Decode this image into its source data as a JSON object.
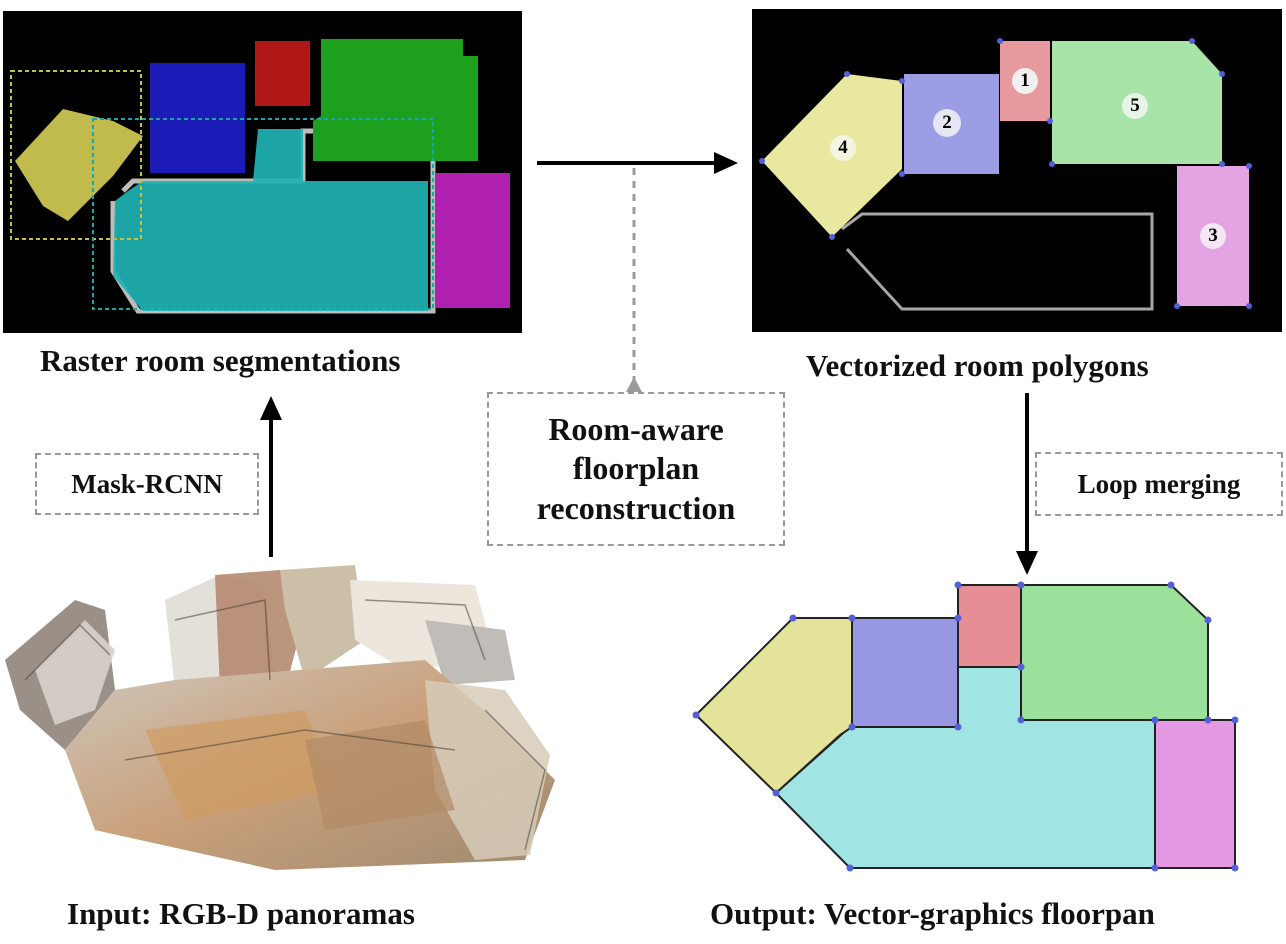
{
  "captions": {
    "raster": "Raster room segmentations",
    "vectorized": "Vectorized room polygons",
    "input": "Input: RGB-D panoramas",
    "output": "Output: Vector-graphics floorpan"
  },
  "steps": {
    "mask_rcnn": "Mask-RCNN",
    "reconstruction_line1": "Room-aware",
    "reconstruction_line2": "floorplan",
    "reconstruction_line3": "reconstruction",
    "loop_merging": "Loop merging"
  },
  "room_labels": [
    "1",
    "2",
    "3",
    "4",
    "5"
  ],
  "colors": {
    "yellow": "#d6cf55",
    "blue": "#1b1bb8",
    "red": "#b01818",
    "green": "#1da01d",
    "cyan": "#1fb3b3",
    "magenta": "#b020b0",
    "out_yellow": "#e3e39a",
    "out_blue": "#9797e4",
    "out_red": "#e58e93",
    "out_green": "#9be09b",
    "out_cyan": "#a0e4e4",
    "out_magenta": "#e39ae3",
    "vertex": "#5560d8",
    "dash": "#9a9a9a"
  }
}
